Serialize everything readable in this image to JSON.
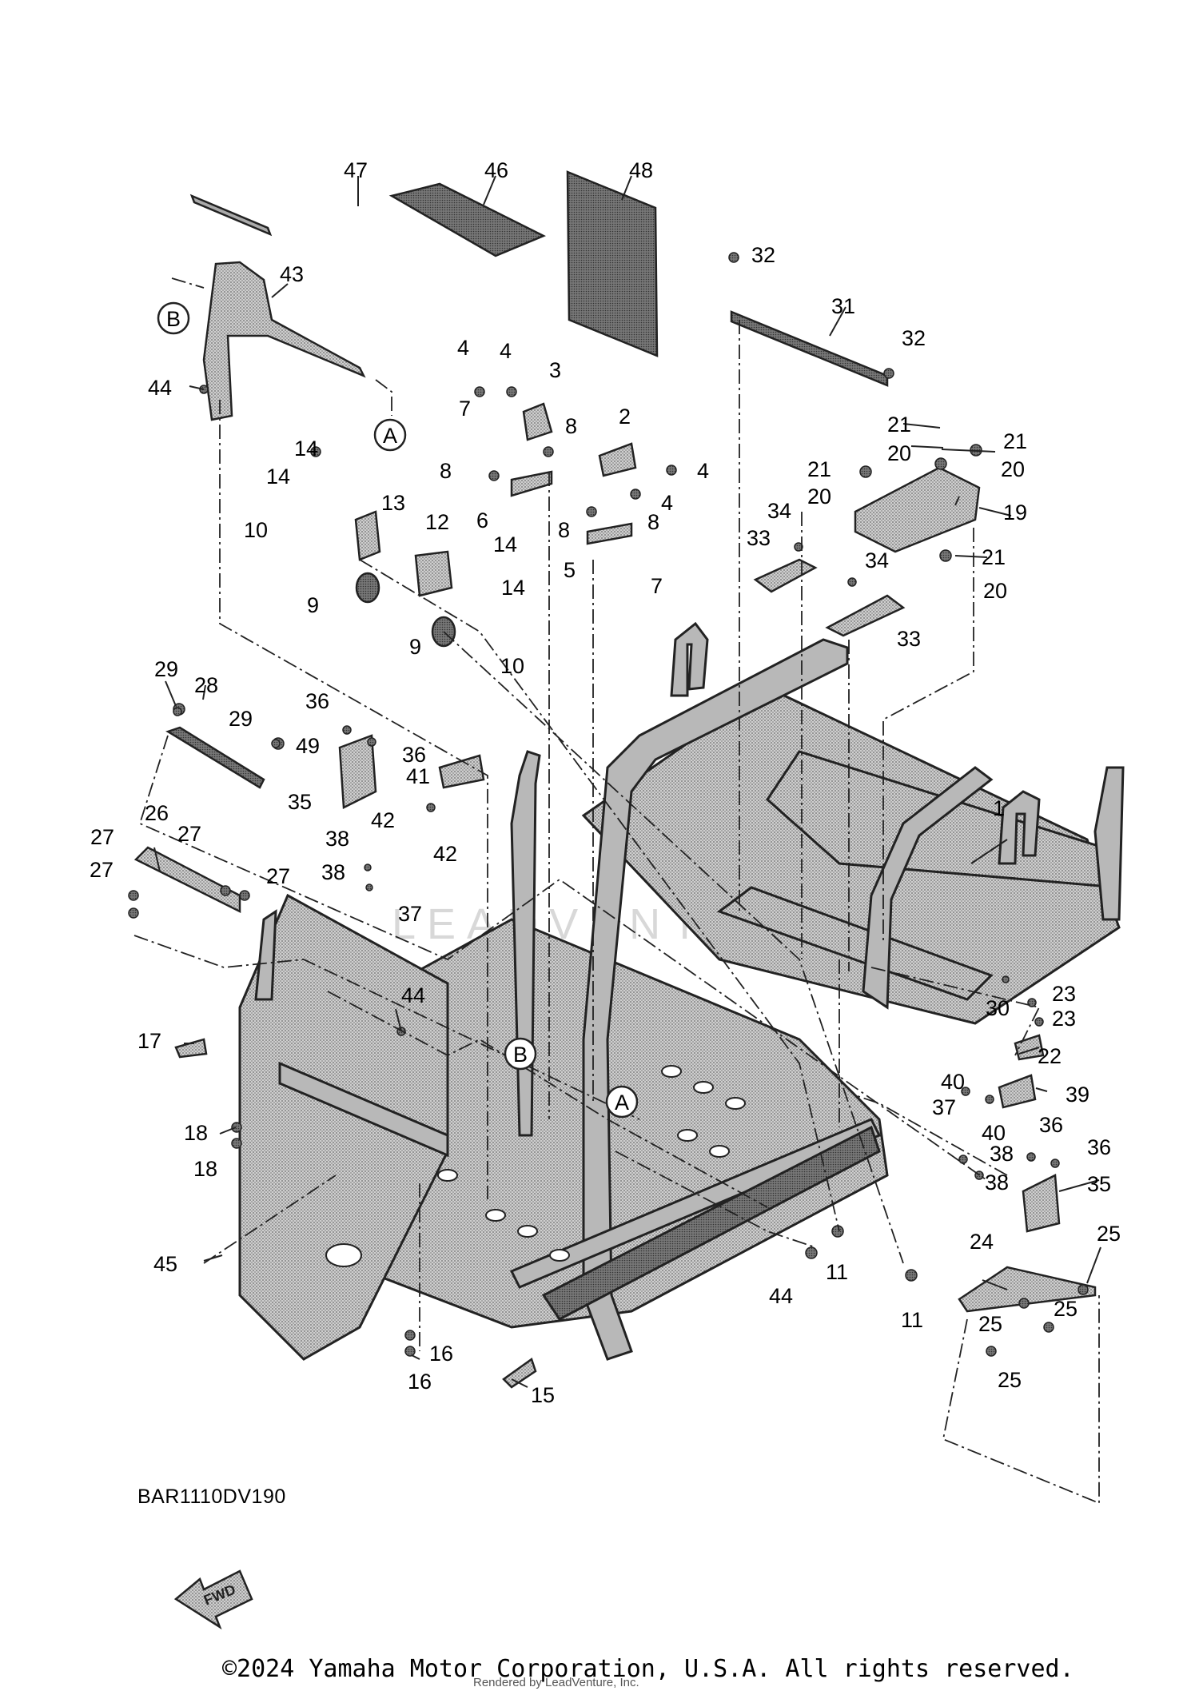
{
  "diagram": {
    "code": "BAR1110DV190",
    "fwd_label": "FWD",
    "copyright": "©2024 Yamaha Motor Corporation, U.S.A. All rights reserved.",
    "rendered_by": "Rendered by LeadVenture, Inc.",
    "watermark": "LEADVENTURE",
    "callout_letters": [
      "A",
      "B"
    ],
    "part_numbers": [
      "1",
      "2",
      "3",
      "4",
      "5",
      "6",
      "7",
      "8",
      "9",
      "10",
      "11",
      "12",
      "13",
      "14",
      "15",
      "16",
      "17",
      "18",
      "19",
      "20",
      "21",
      "22",
      "23",
      "24",
      "25",
      "26",
      "27",
      "28",
      "29",
      "30",
      "31",
      "32",
      "33",
      "34",
      "35",
      "36",
      "37",
      "38",
      "39",
      "40",
      "41",
      "42",
      "43",
      "44",
      "45",
      "46",
      "47",
      "48",
      "49"
    ]
  }
}
